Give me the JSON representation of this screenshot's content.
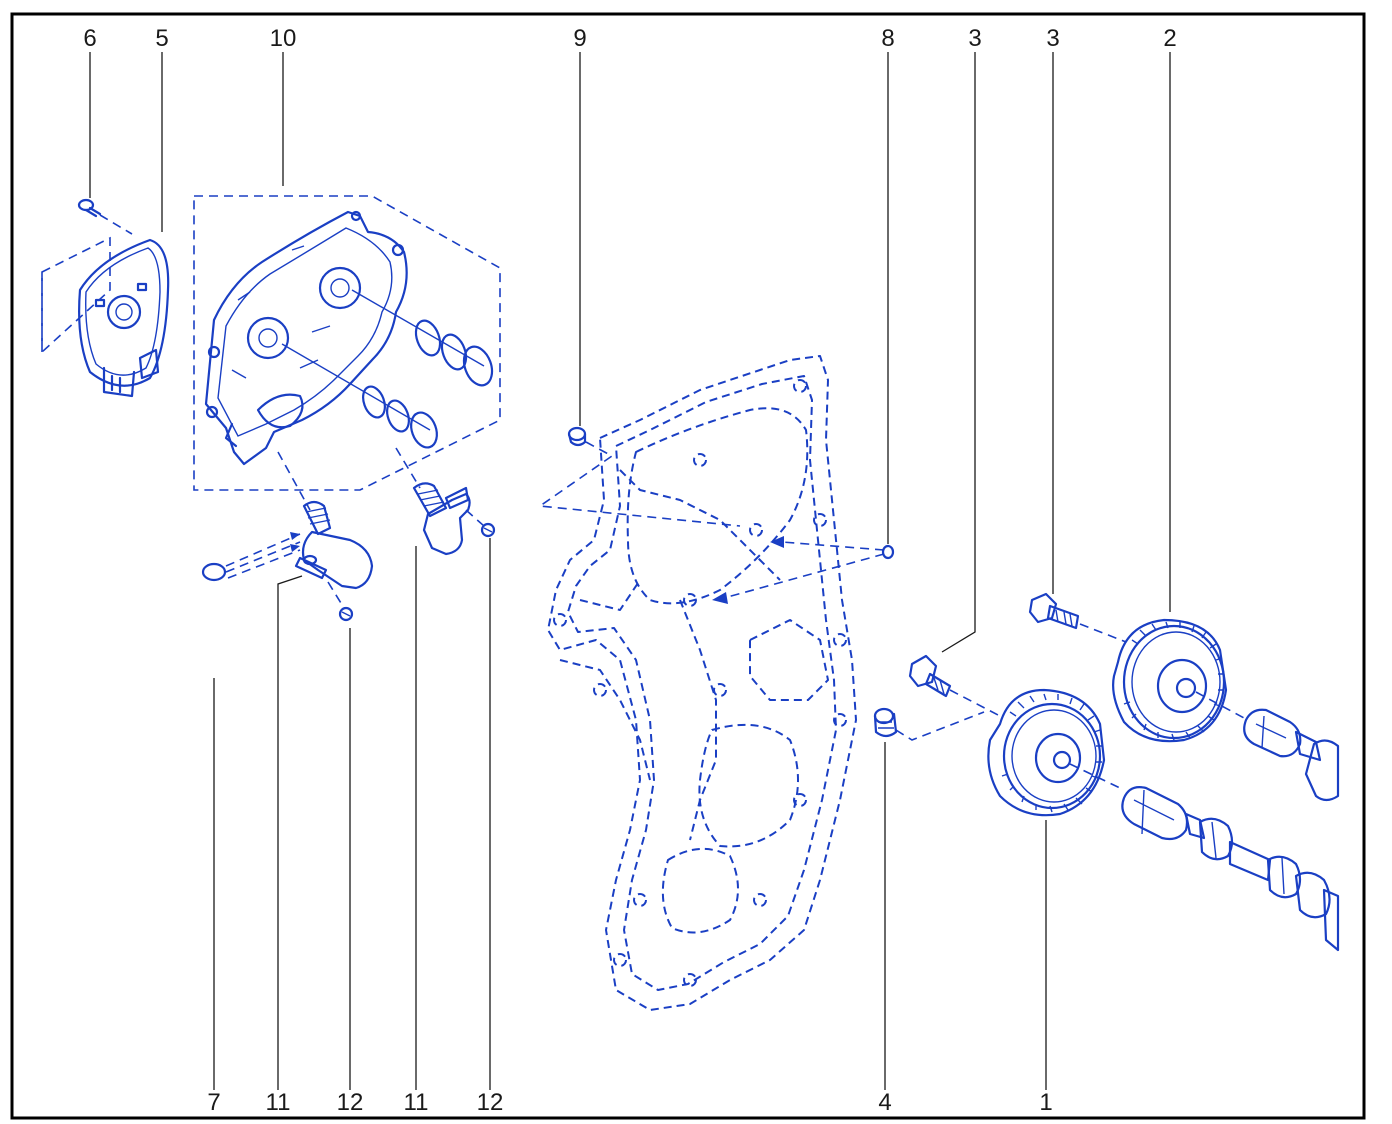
{
  "callouts": [
    {
      "id": "c6",
      "text": "6"
    },
    {
      "id": "c5",
      "text": "5"
    },
    {
      "id": "c10",
      "text": "10"
    },
    {
      "id": "c9",
      "text": "9"
    },
    {
      "id": "c8",
      "text": "8"
    },
    {
      "id": "c3a",
      "text": "3"
    },
    {
      "id": "c3b",
      "text": "3"
    },
    {
      "id": "c2",
      "text": "2"
    },
    {
      "id": "c7",
      "text": "7"
    },
    {
      "id": "c11a",
      "text": "11"
    },
    {
      "id": "c12a",
      "text": "12"
    },
    {
      "id": "c11b",
      "text": "11"
    },
    {
      "id": "c12b",
      "text": "12"
    },
    {
      "id": "c4",
      "text": "4"
    },
    {
      "id": "c1",
      "text": "1"
    }
  ],
  "colors": {
    "line_art": "#1a3fc4",
    "callout_text": "#1a1a1a",
    "frame": "#000000"
  }
}
